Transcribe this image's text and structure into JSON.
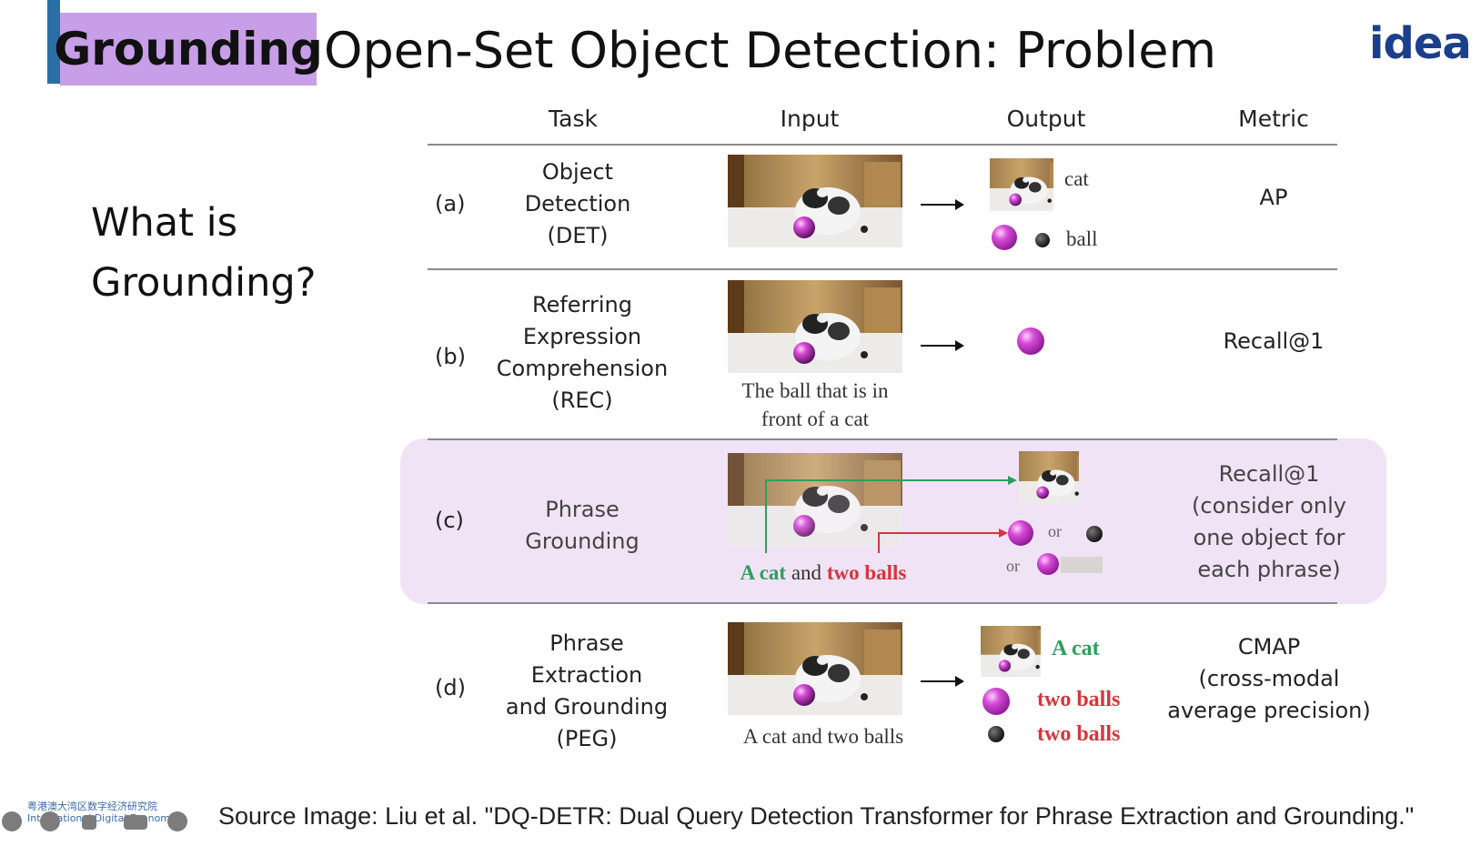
{
  "slide": {
    "tag": "Grounding",
    "title": "Open-Set Object Detection: Problem",
    "logo": "idea",
    "question": "What is Grounding?"
  },
  "table": {
    "headers": [
      "Task",
      "Input",
      "Output",
      "Metric"
    ],
    "rows": [
      {
        "label": "(a)",
        "task": [
          "Object",
          "Detection",
          "(DET)"
        ],
        "input_caption": [],
        "output_labels": [
          "cat",
          "ball"
        ],
        "metric": [
          "AP"
        ]
      },
      {
        "label": "(b)",
        "task": [
          "Referring",
          "Expression",
          "Comprehension",
          "(REC)"
        ],
        "input_caption": [
          "The ball that is in",
          "front of a cat"
        ],
        "output_labels": [],
        "metric": [
          "Recall@1"
        ]
      },
      {
        "label": "(c)",
        "task": [
          "Phrase",
          "Grounding"
        ],
        "input_caption_parts": [
          {
            "text": "A cat",
            "color": "green"
          },
          {
            "text": " and ",
            "color": "plain"
          },
          {
            "text": "two balls",
            "color": "red"
          }
        ],
        "output_or": [
          "or",
          "or"
        ],
        "metric": [
          "Recall@1",
          "(consider only",
          "one object for",
          "each phrase)"
        ]
      },
      {
        "label": "(d)",
        "task": [
          "Phrase",
          "Extraction",
          "and Grounding",
          "(PEG)"
        ],
        "input_caption": [
          "A cat and two balls"
        ],
        "output_labels": [
          "A cat",
          "two balls",
          "two balls"
        ],
        "metric": [
          "CMAP",
          "(cross-modal",
          "average precision)"
        ]
      }
    ]
  },
  "footer": {
    "source": "Source Image: Liu et al. \"DQ-DETR: Dual Query Detection Transformer for Phrase Extraction and Grounding.\"",
    "institute_cn": "粤港澳大湾区数字经济研究院",
    "institute_en": "International Digital Economy"
  },
  "colors": {
    "tag_bg": "#c89ee8",
    "accent_bar": "#2a6ea6",
    "highlight_row": "#f1e3f6",
    "green_text": "#2ca05a",
    "red_text": "#d8343a",
    "logo": "#1c3f8c"
  }
}
